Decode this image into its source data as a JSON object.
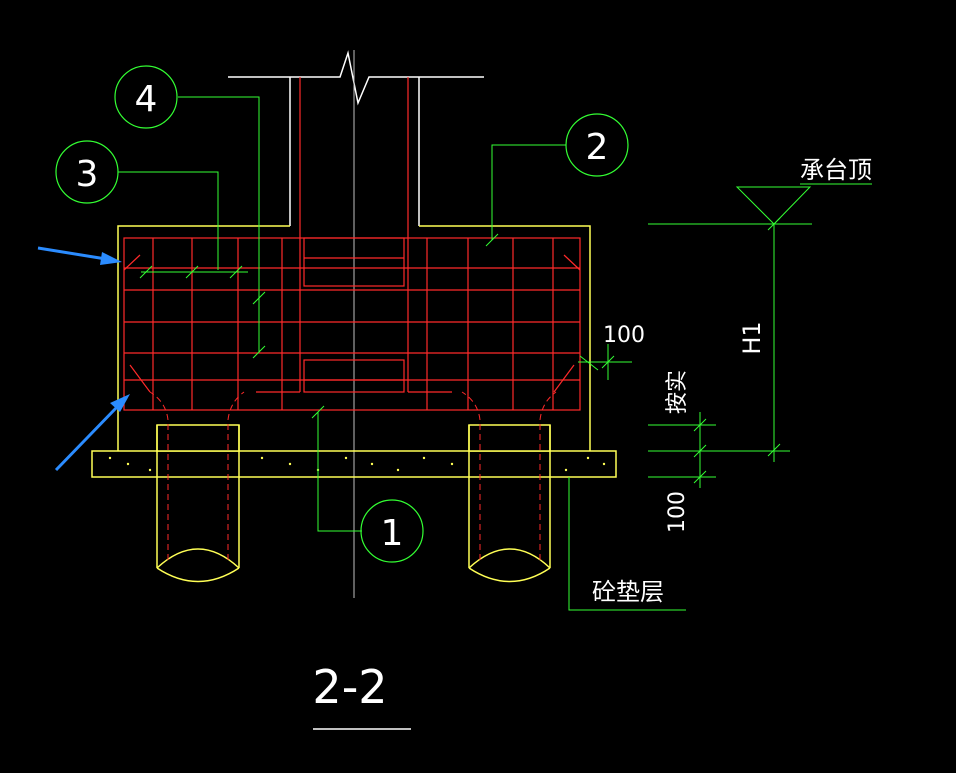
{
  "section_title": "2-2",
  "callouts": [
    "1",
    "2",
    "3",
    "4"
  ],
  "labels": {
    "cap_top": "承台顶",
    "h1": "H1",
    "anchor": "按实",
    "cushion": "砼垫层",
    "dim_cover": "100",
    "dim_cushion": "100"
  },
  "colors": {
    "background": "#000000",
    "rebar": "#ff2a2a",
    "outline": "#ffff55",
    "annotation": "#33ff33",
    "centerline": "#bfbfbf",
    "arrow": "#2b8cff"
  }
}
